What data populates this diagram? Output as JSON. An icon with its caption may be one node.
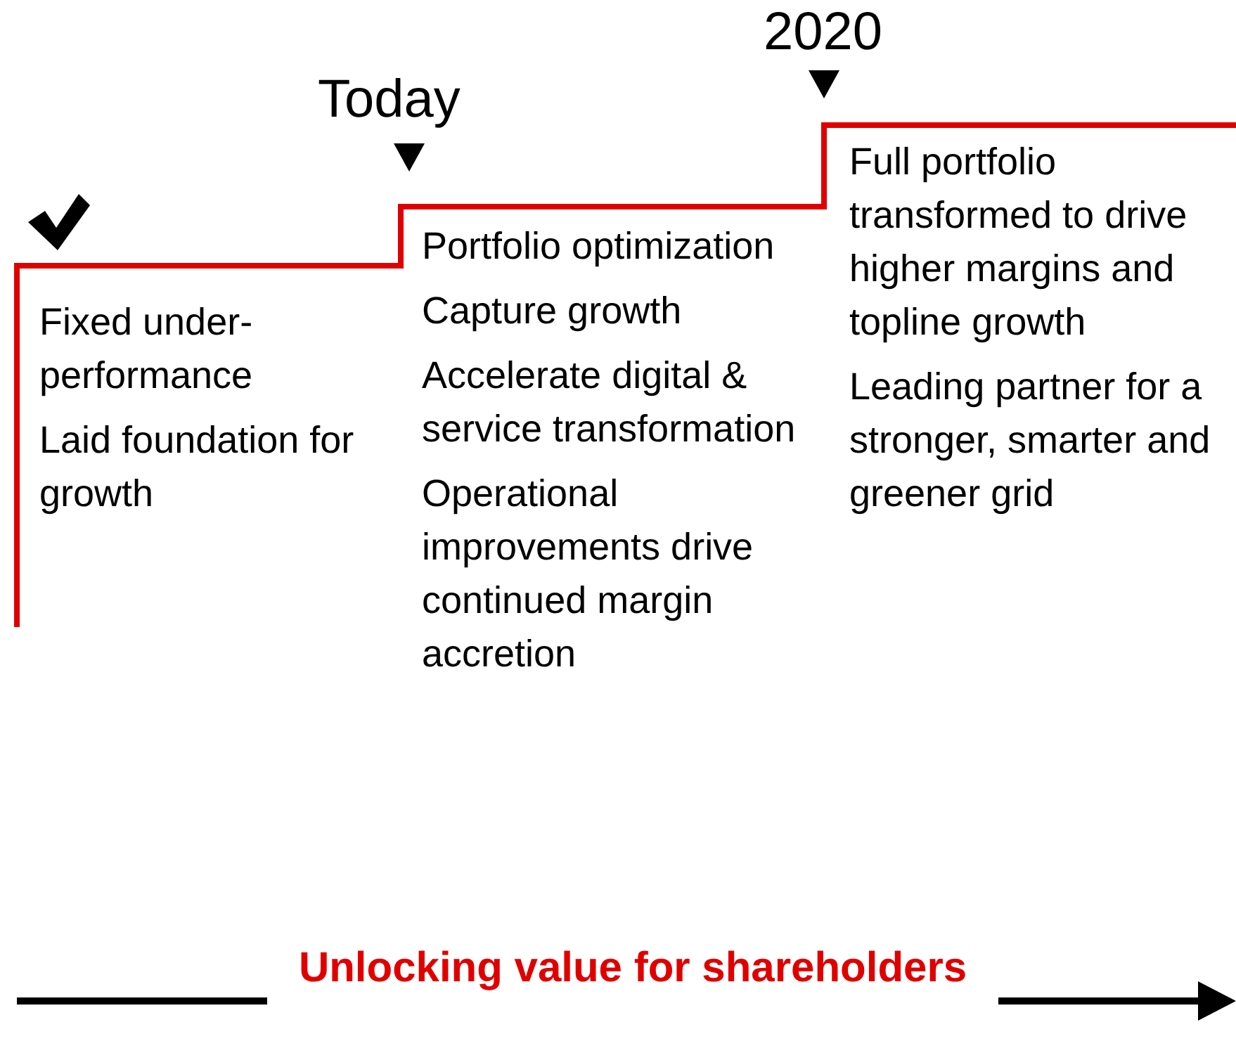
{
  "diagram": {
    "nodes": [
      {
        "text": [
          "Fixed under-performance",
          "Laid foundation for growth"
        ]
      },
      {
        "text": [
          "Portfolio optimization",
          "Capture growth",
          "Accelerate digital & service transformation",
          "Operational improvements drive continued margin accretion"
        ]
      },
      {
        "text": [
          "Full portfolio transformed to drive higher margins and topline growth",
          "Leading partner for a stronger, smarter and greener grid"
        ]
      }
    ],
    "labels": [
      "Today",
      "2020",
      "Unlocking value for shareholders"
    ]
  }
}
